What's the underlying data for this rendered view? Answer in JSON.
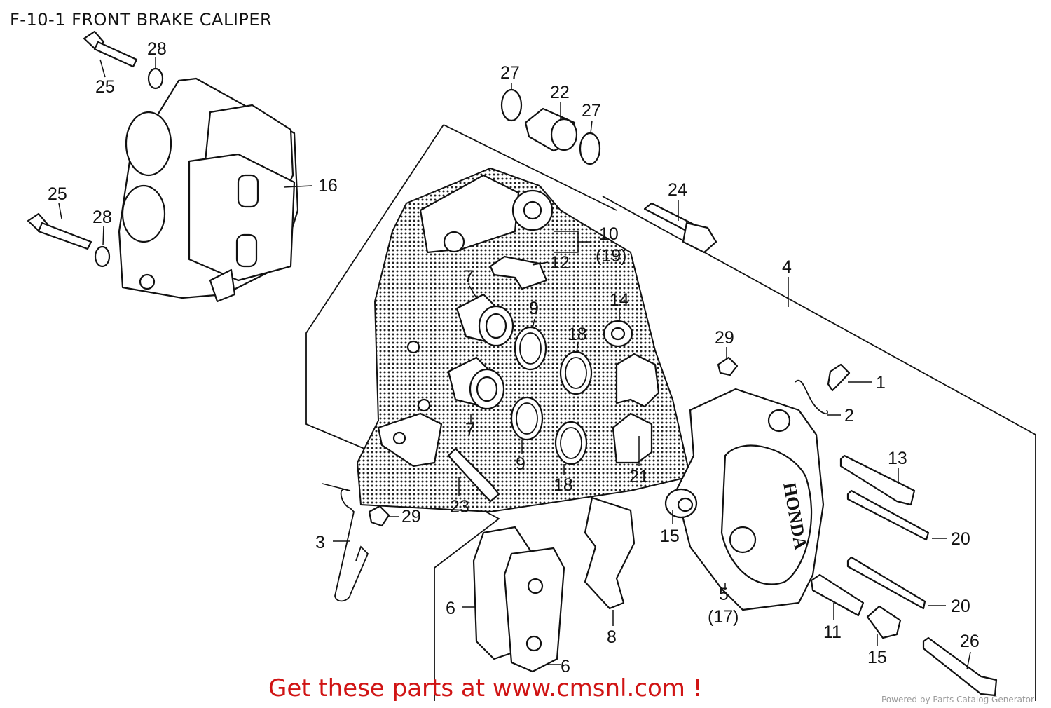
{
  "title": "F-10-1 FRONT BRAKE CALIPER",
  "callouts": {
    "c1": "1",
    "c2": "2",
    "c3": "3",
    "c4": "4",
    "c5": "5",
    "c5b": "(17)",
    "c6a": "6",
    "c6b": "6",
    "c7a": "7",
    "c7b": "7",
    "c8": "8",
    "c9a": "9",
    "c9b": "9",
    "c10": "10",
    "c10b": "(19)",
    "c11": "11",
    "c12": "12",
    "c13": "13",
    "c14": "14",
    "c15a": "15",
    "c15b": "15",
    "c16": "16",
    "c18a": "18",
    "c18b": "18",
    "c20a": "20",
    "c20b": "20",
    "c21": "21",
    "c22": "22",
    "c23": "23",
    "c24": "24",
    "c25a": "25",
    "c25b": "25",
    "c26": "26",
    "c27a": "27",
    "c27b": "27",
    "c28a": "28",
    "c28b": "28",
    "c29a": "29",
    "c29b": "29"
  },
  "caliper_brand": "HONDA",
  "promo": "Get these parts at www.cmsnl.com !",
  "powered_by": "Powered by Parts Catalog Generator",
  "colors": {
    "promo": "#d01414",
    "ink": "#111111",
    "watermark": "#9a9a9a"
  }
}
